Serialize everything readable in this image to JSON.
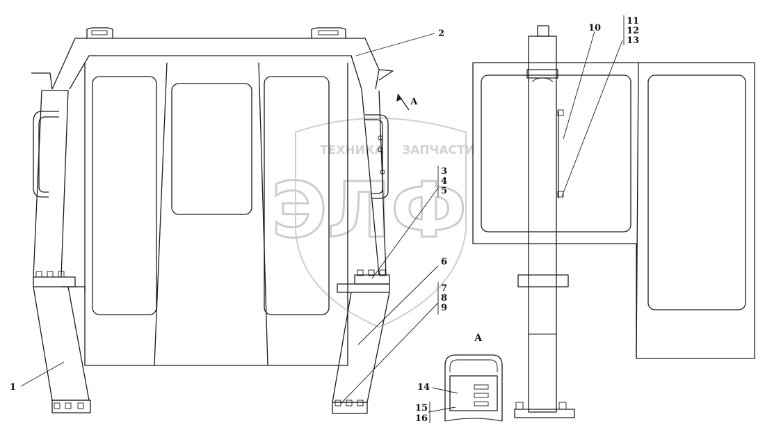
{
  "watermark": {
    "line1": "ТЕХНИКА",
    "line2": "ЗАПЧАСТИ",
    "logo": "ЭЛФ"
  },
  "view_label": "А",
  "view_arrow_label": "А",
  "callouts": [
    {
      "id": "c1",
      "text": "1"
    },
    {
      "id": "c2",
      "text": "2"
    },
    {
      "id": "c3",
      "text": "3"
    },
    {
      "id": "c4",
      "text": "4"
    },
    {
      "id": "c5",
      "text": "5"
    },
    {
      "id": "c6",
      "text": "6"
    },
    {
      "id": "c7",
      "text": "7"
    },
    {
      "id": "c8",
      "text": "8"
    },
    {
      "id": "c9",
      "text": "9"
    },
    {
      "id": "c10",
      "text": "10"
    },
    {
      "id": "c11",
      "text": "11"
    },
    {
      "id": "c12",
      "text": "12"
    },
    {
      "id": "c13",
      "text": "13"
    },
    {
      "id": "c14",
      "text": "14"
    },
    {
      "id": "c15",
      "text": "15"
    },
    {
      "id": "c16",
      "text": "16"
    }
  ]
}
